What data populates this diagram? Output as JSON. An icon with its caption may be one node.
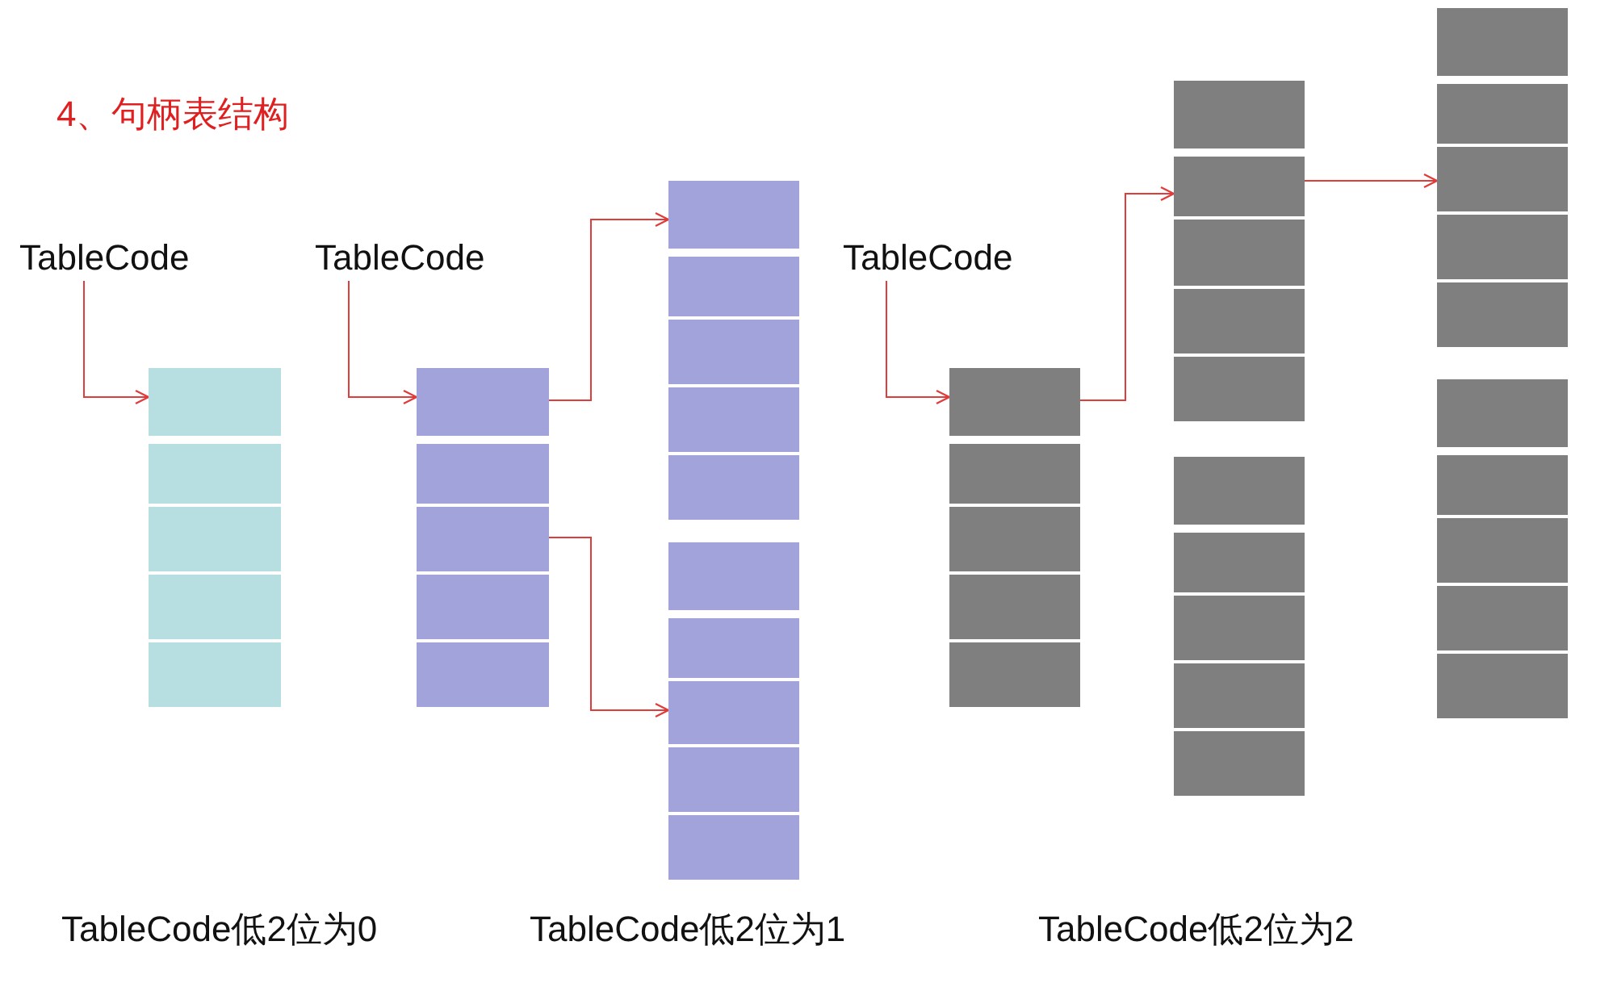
{
  "diagram": {
    "title": "4、句柄表结构",
    "nodes": [
      {
        "text": [
          "TableCode"
        ]
      },
      {
        "text": [],
        "shape": "box"
      },
      {
        "text": [
          "TableCode"
        ]
      },
      {
        "text": [],
        "shape": "box"
      },
      {
        "text": [],
        "shape": "box"
      },
      {
        "text": [],
        "shape": "box"
      },
      {
        "text": [
          "TableCode"
        ]
      },
      {
        "text": [],
        "shape": "box"
      },
      {
        "text": [],
        "shape": "box"
      },
      {
        "text": [],
        "shape": "box"
      },
      {
        "text": [],
        "shape": "box"
      },
      {
        "text": [],
        "shape": "box"
      }
    ],
    "edges": [
      {
        "from": 0,
        "to": 1,
        "arrow": "to"
      },
      {
        "from": 2,
        "to": 3,
        "arrow": "to"
      },
      {
        "from": 3,
        "to": 4,
        "arrow": "to"
      },
      {
        "from": 3,
        "to": 5,
        "arrow": "to"
      },
      {
        "from": 6,
        "to": 7,
        "arrow": "to"
      },
      {
        "from": 7,
        "to": 8,
        "arrow": "to"
      },
      {
        "from": 8,
        "to": 10,
        "arrow": "to"
      }
    ],
    "labels": [
      "TableCode低2位为0",
      "TableCode低2位为1",
      "TableCode低2位为2"
    ]
  }
}
